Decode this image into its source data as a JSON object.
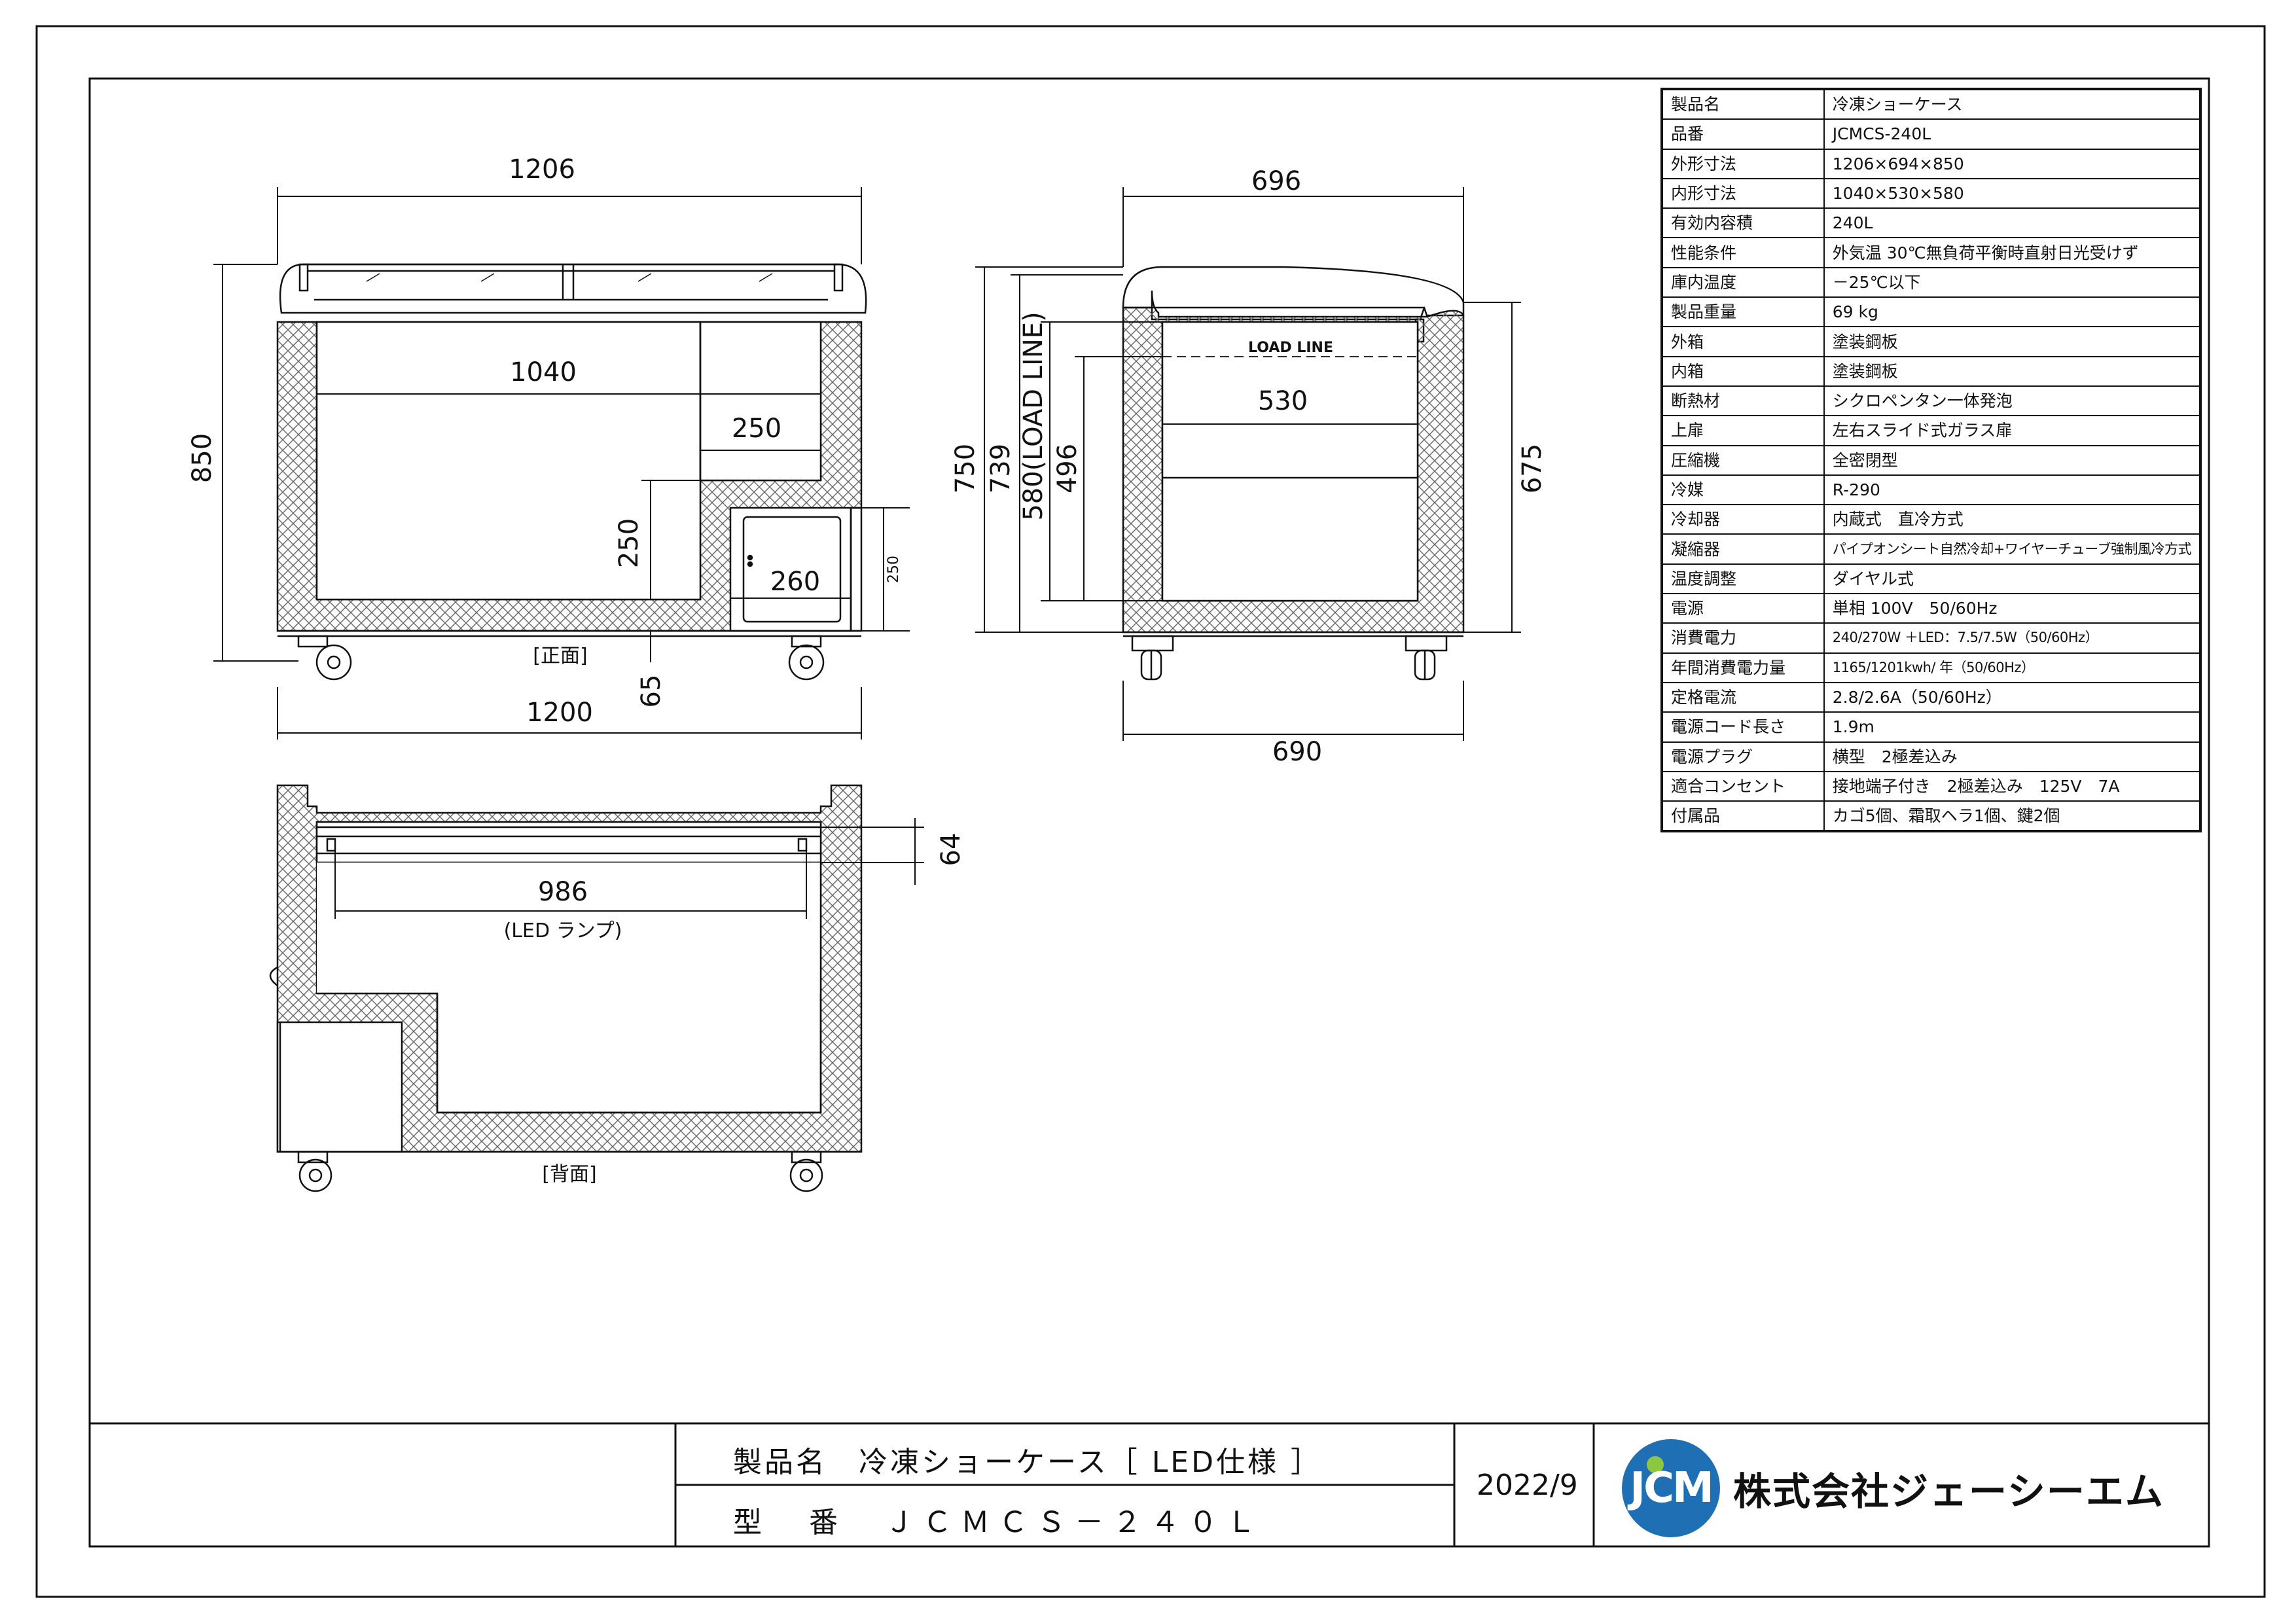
{
  "front_view": {
    "caption": "[正面]",
    "dims": {
      "overall_width": "1206",
      "inner_width": "1040",
      "comp_width": "250",
      "height": "850",
      "comp_height": "250",
      "unit_width": "260",
      "unit_height": "250",
      "base": "65",
      "base_width": "1200"
    }
  },
  "side_view": {
    "dims": {
      "overall_depth": "696",
      "h750": "750",
      "h739": "739",
      "h580": "580(LOAD LINE)",
      "h496": "496",
      "inner_depth": "530",
      "h675": "675",
      "base_depth": "690"
    },
    "load_line_label": "LOAD LINE"
  },
  "back_view": {
    "caption": "[背面]",
    "dims": {
      "led_width": "986",
      "led_label": "(LED ランプ)",
      "led_height": "64"
    }
  },
  "spec_table": [
    {
      "key": "製品名",
      "value": "冷凍ショーケース"
    },
    {
      "key": "品番",
      "value": "JCMCS-240L"
    },
    {
      "key": "外形寸法",
      "value": "1206×694×850"
    },
    {
      "key": "内形寸法",
      "value": "1040×530×580"
    },
    {
      "key": "有効内容積",
      "value": "240L"
    },
    {
      "key": "性能条件",
      "value": "外気温 30℃無負荷平衡時直射日光受けず"
    },
    {
      "key": "庫内温度",
      "value": "－25℃以下"
    },
    {
      "key": "製品重量",
      "value": "69 kg"
    },
    {
      "key": "外箱",
      "value": "塗装鋼板"
    },
    {
      "key": "内箱",
      "value": "塗装鋼板"
    },
    {
      "key": "断熱材",
      "value": "シクロペンタン一体発泡"
    },
    {
      "key": "上扉",
      "value": "左右スライド式ガラス扉"
    },
    {
      "key": "圧縮機",
      "value": "全密閉型"
    },
    {
      "key": "冷媒",
      "value": "R-290"
    },
    {
      "key": "冷却器",
      "value": "内蔵式　直冷方式"
    },
    {
      "key": "凝縮器",
      "value": "パイプオンシート自然冷却+ワイヤーチューブ強制風冷方式"
    },
    {
      "key": "温度調整",
      "value": "ダイヤル式"
    },
    {
      "key": "電源",
      "value": "単相 100V　50/60Hz"
    },
    {
      "key": "消費電力",
      "value": "240/270W ＋LED：7.5/7.5W（50/60Hz）"
    },
    {
      "key": "年間消費電力量",
      "value": "1165/1201kwh/ 年（50/60Hz）"
    },
    {
      "key": "定格電流",
      "value": "2.8/2.6A（50/60Hz）"
    },
    {
      "key": "電源コード長さ",
      "value": "1.9m"
    },
    {
      "key": "電源プラグ",
      "value": "横型　2極差込み"
    },
    {
      "key": "適合コンセント",
      "value": "接地端子付き　2極差込み　125V　7A"
    },
    {
      "key": "付属品",
      "value": "カゴ5個、霜取ヘラ1個、鍵2個"
    }
  ],
  "title_block": {
    "product_name_line": "製品名　冷凍ショーケース［ LED仕様 ］",
    "model_line": "型　番　ＪＣＭＣＳ－２４０Ｌ",
    "date": "2022/9",
    "logo_text": "JCM",
    "company": "株式会社ジェーシーエム",
    "logo_color": "#1f6fb5",
    "logo_accent": "#8dc63f"
  }
}
